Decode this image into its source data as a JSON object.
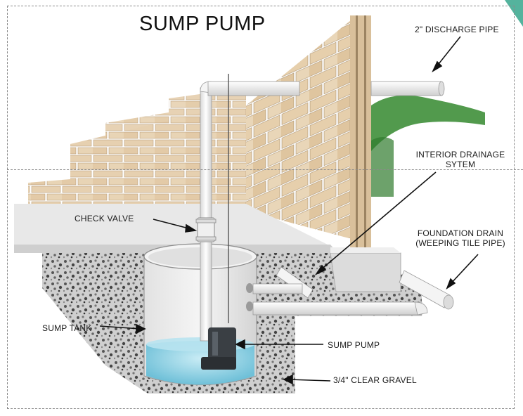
{
  "diagram": {
    "title": "SUMP PUMP",
    "labels": {
      "discharge_pipe": "2\" DISCHARGE PIPE",
      "interior_drainage_line1": "INTERIOR DRAINAGE",
      "interior_drainage_line2": "SYTEM",
      "check_valve": "CHECK VALVE",
      "foundation_drain_line1": "FOUNDATION DRAIN",
      "foundation_drain_line2": "(WEEPING TILE PIPE)",
      "sump_tank": "SUMP TANK",
      "sump_pump": "SUMP PUMP",
      "gravel": "3/4\" CLEAR GRAVEL"
    }
  },
  "colors": {
    "brick": "#e6d0b0",
    "mortar": "#ffffff",
    "concrete": "#e4e4e4",
    "grass": "#3f8f3a",
    "water": "#8ccde0",
    "pipe": "#f2f2f2",
    "accent_tab": "#54b39d"
  }
}
